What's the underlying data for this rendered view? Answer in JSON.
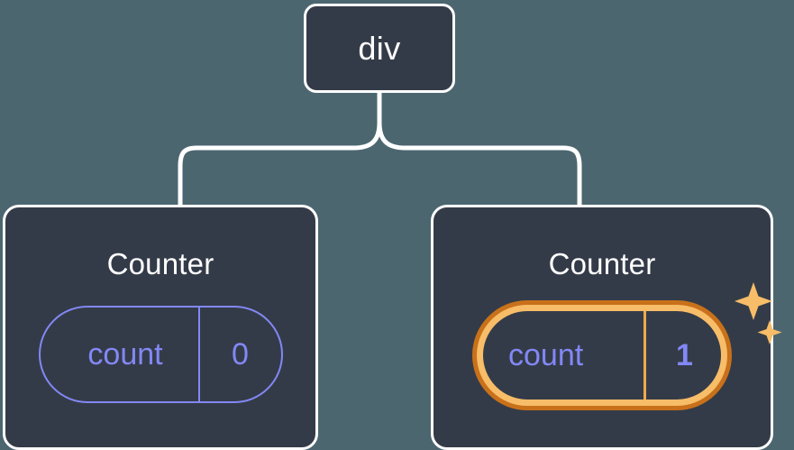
{
  "diagram": {
    "type": "component-tree",
    "background_color": "#4c6670",
    "node_fill_color": "#343b48",
    "node_border_color": "#ffffff",
    "accent_color": "#8288f5",
    "highlight_outer_color": "#c8711a",
    "highlight_inner_color": "#f8bd68",
    "connector_color": "#ffffff"
  },
  "root": {
    "label": "div"
  },
  "children": [
    {
      "id": "counter-left",
      "title": "Counter",
      "state": {
        "key": "count",
        "value": "0"
      },
      "highlighted": false
    },
    {
      "id": "counter-right",
      "title": "Counter",
      "state": {
        "key": "count",
        "value": "1"
      },
      "highlighted": true,
      "sparkle_icons": [
        "sparkle-large-icon",
        "sparkle-small-icon"
      ]
    }
  ]
}
